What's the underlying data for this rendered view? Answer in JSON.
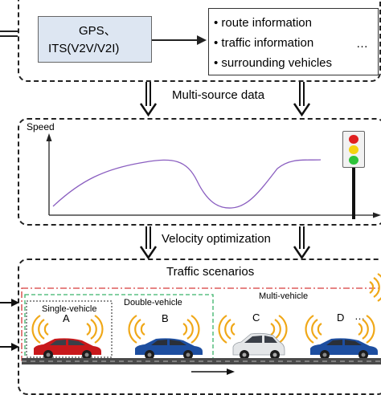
{
  "top": {
    "source_box": {
      "line1": "GPS、",
      "line2": "ITS(V2V/V2I)"
    },
    "info_items": [
      "route information",
      "traffic information",
      "surrounding vehicles"
    ],
    "ellipsis": "…"
  },
  "labels": {
    "multi_source": "Multi-source data",
    "velocity_opt": "Velocity optimization",
    "traffic_scenarios": "Traffic scenarios"
  },
  "speed_chart": {
    "ylabel": "Speed"
  },
  "scenarios": {
    "single": "Single-vehicle",
    "double": "Double-vehicle",
    "multi": "Multi-vehicle",
    "cars": [
      "A",
      "B",
      "C",
      "D"
    ],
    "ellipsis": "…"
  },
  "colors": {
    "car_red": "#c8181b",
    "car_blue": "#1d4ea0",
    "car_white": "#e4e6e8",
    "wave": "#f0a818",
    "road": "#4a4a4a",
    "curve": "#8a5ec0",
    "green_frame": "#3bb36a",
    "red_frame": "#d63a3a"
  },
  "icons": [
    "traffic-light-icon",
    "car-icon",
    "signal-wave-icon"
  ]
}
